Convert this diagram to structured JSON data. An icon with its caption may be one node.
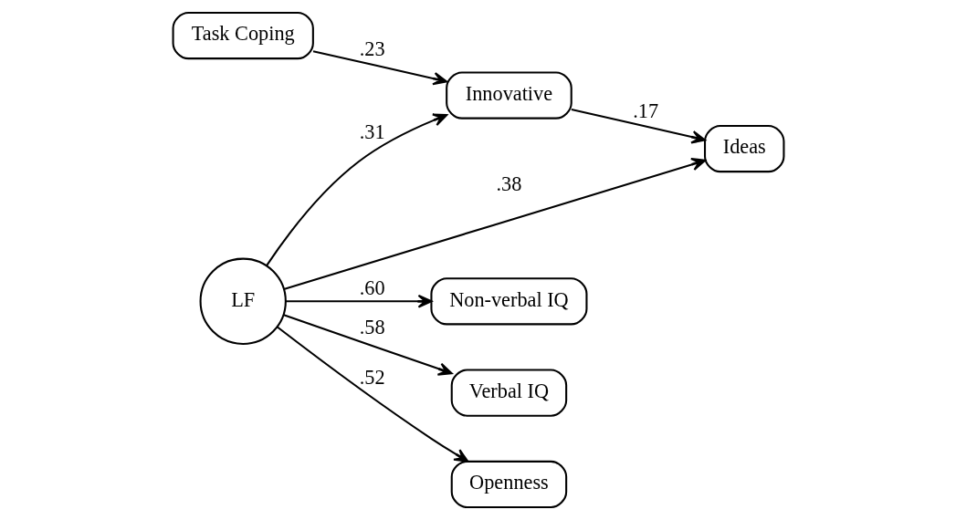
{
  "diagram": {
    "nodes": [
      {
        "text": [
          "Task Coping"
        ]
      },
      {
        "text": [
          "Innovative"
        ]
      },
      {
        "text": [
          "Ideas"
        ]
      },
      {
        "text": [
          "Non-verbal IQ"
        ]
      },
      {
        "text": [
          "Verbal IQ"
        ]
      },
      {
        "text": [
          "LF"
        ]
      },
      {
        "text": [
          "Openness"
        ]
      }
    ],
    "edges": [
      {
        "from": 0,
        "to": 1,
        "arrow": "to",
        "label": ".23"
      },
      {
        "from": 1,
        "to": 2,
        "arrow": "to",
        "label": ".17"
      },
      {
        "from": 5,
        "to": 3,
        "arrow": "to",
        "label": ".60"
      },
      {
        "from": 5,
        "to": 1,
        "arrow": "to",
        "label": ".31"
      },
      {
        "from": 5,
        "to": 4,
        "arrow": "to",
        "label": ".58"
      },
      {
        "from": 5,
        "to": 2,
        "arrow": "to",
        "label": ".38"
      },
      {
        "from": 5,
        "to": 6,
        "arrow": "to",
        "label": ".52"
      }
    ]
  }
}
